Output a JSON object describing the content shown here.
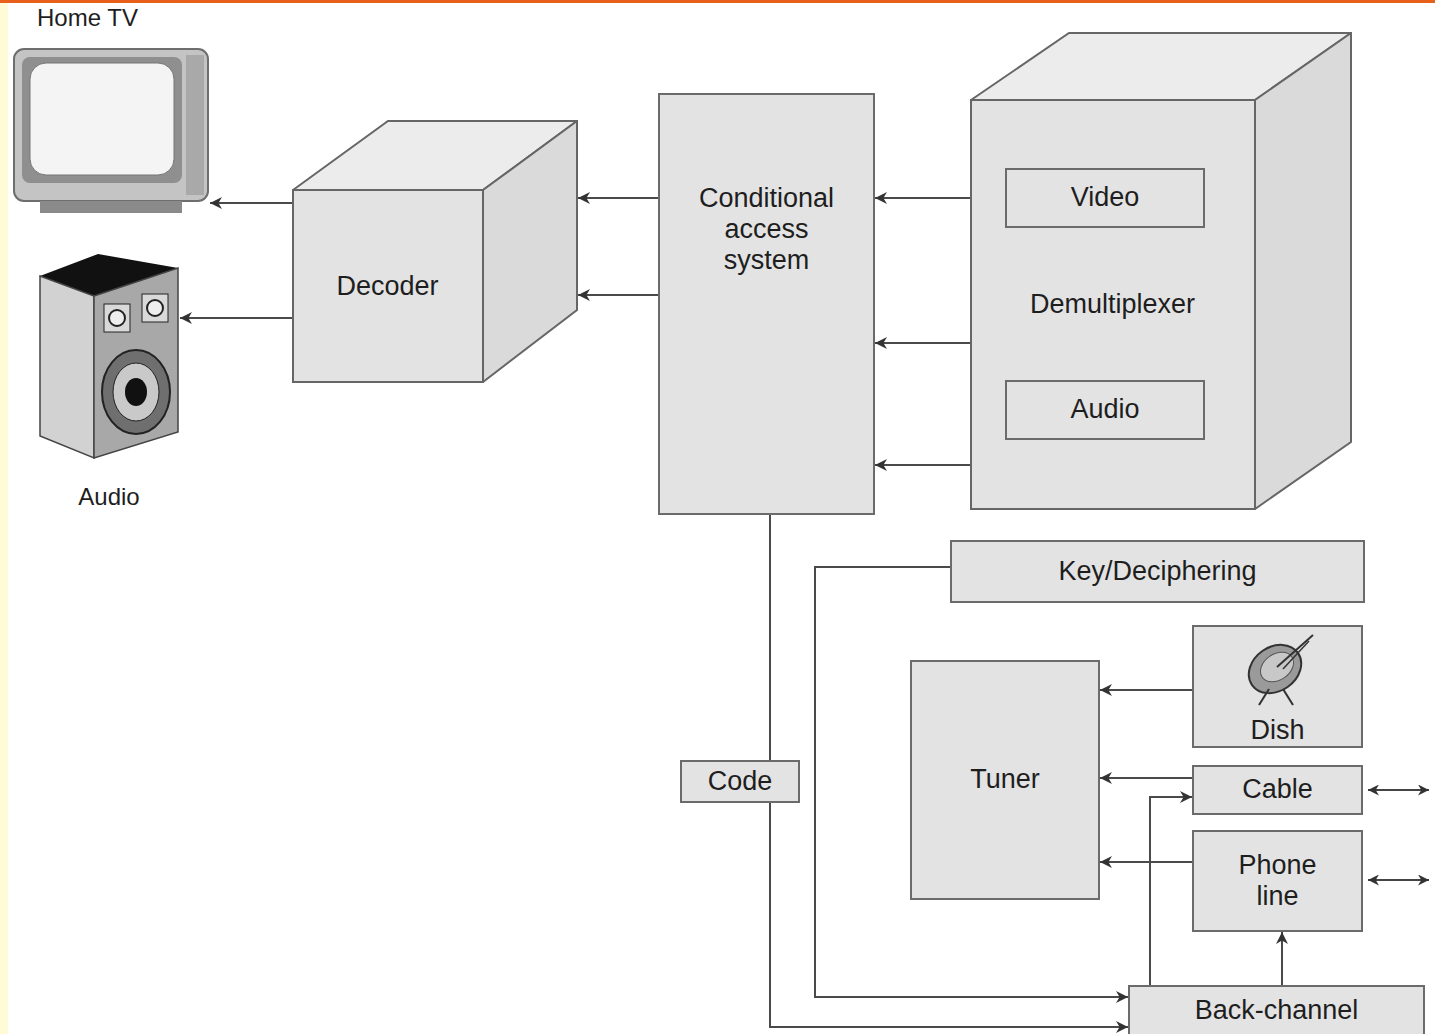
{
  "diagram": {
    "nodes": [
      {
        "text": [
          "Home TV"
        ]
      },
      {
        "text": [
          "Audio"
        ]
      },
      {
        "text": [
          "Decoder"
        ]
      },
      {
        "text": [
          "Conditional access system"
        ]
      },
      {
        "text": [
          "Demultiplexer"
        ]
      },
      {
        "text": [
          "Video"
        ],
        "in": 4
      },
      {
        "text": [
          "Audio"
        ],
        "in": 4
      },
      {
        "text": [
          "Key/Deciphering"
        ]
      },
      {
        "text": [
          "Tuner"
        ]
      },
      {
        "text": [
          "Dish"
        ]
      },
      {
        "text": [
          "Cable"
        ]
      },
      {
        "text": [
          "Phone line"
        ]
      },
      {
        "text": [
          "Code"
        ]
      },
      {
        "text": [
          "Back-channel"
        ]
      }
    ],
    "edges": [
      {
        "from": 2,
        "to": 0,
        "arrow": "to"
      },
      {
        "from": 2,
        "to": 1,
        "arrow": "to"
      },
      {
        "from": 3,
        "to": 2,
        "arrow": "to"
      },
      {
        "from": 3,
        "to": 2,
        "arrow": "to"
      },
      {
        "from": 4,
        "to": 3,
        "arrow": "to"
      },
      {
        "from": 4,
        "to": 3,
        "arrow": "to"
      },
      {
        "from": 4,
        "to": 3,
        "arrow": "to"
      },
      {
        "from": 3,
        "to": 12,
        "arrow": "none"
      },
      {
        "from": 12,
        "to": 13,
        "arrow": "to"
      },
      {
        "from": 7,
        "to": 13,
        "arrow": "to"
      },
      {
        "from": 9,
        "to": 8,
        "arrow": "to"
      },
      {
        "from": 10,
        "to": 8,
        "arrow": "to"
      },
      {
        "from": 11,
        "to": 8,
        "arrow": "to"
      },
      {
        "from": 13,
        "to": 10,
        "arrow": "to"
      },
      {
        "from": 13,
        "to": 11,
        "arrow": "to"
      }
    ]
  }
}
